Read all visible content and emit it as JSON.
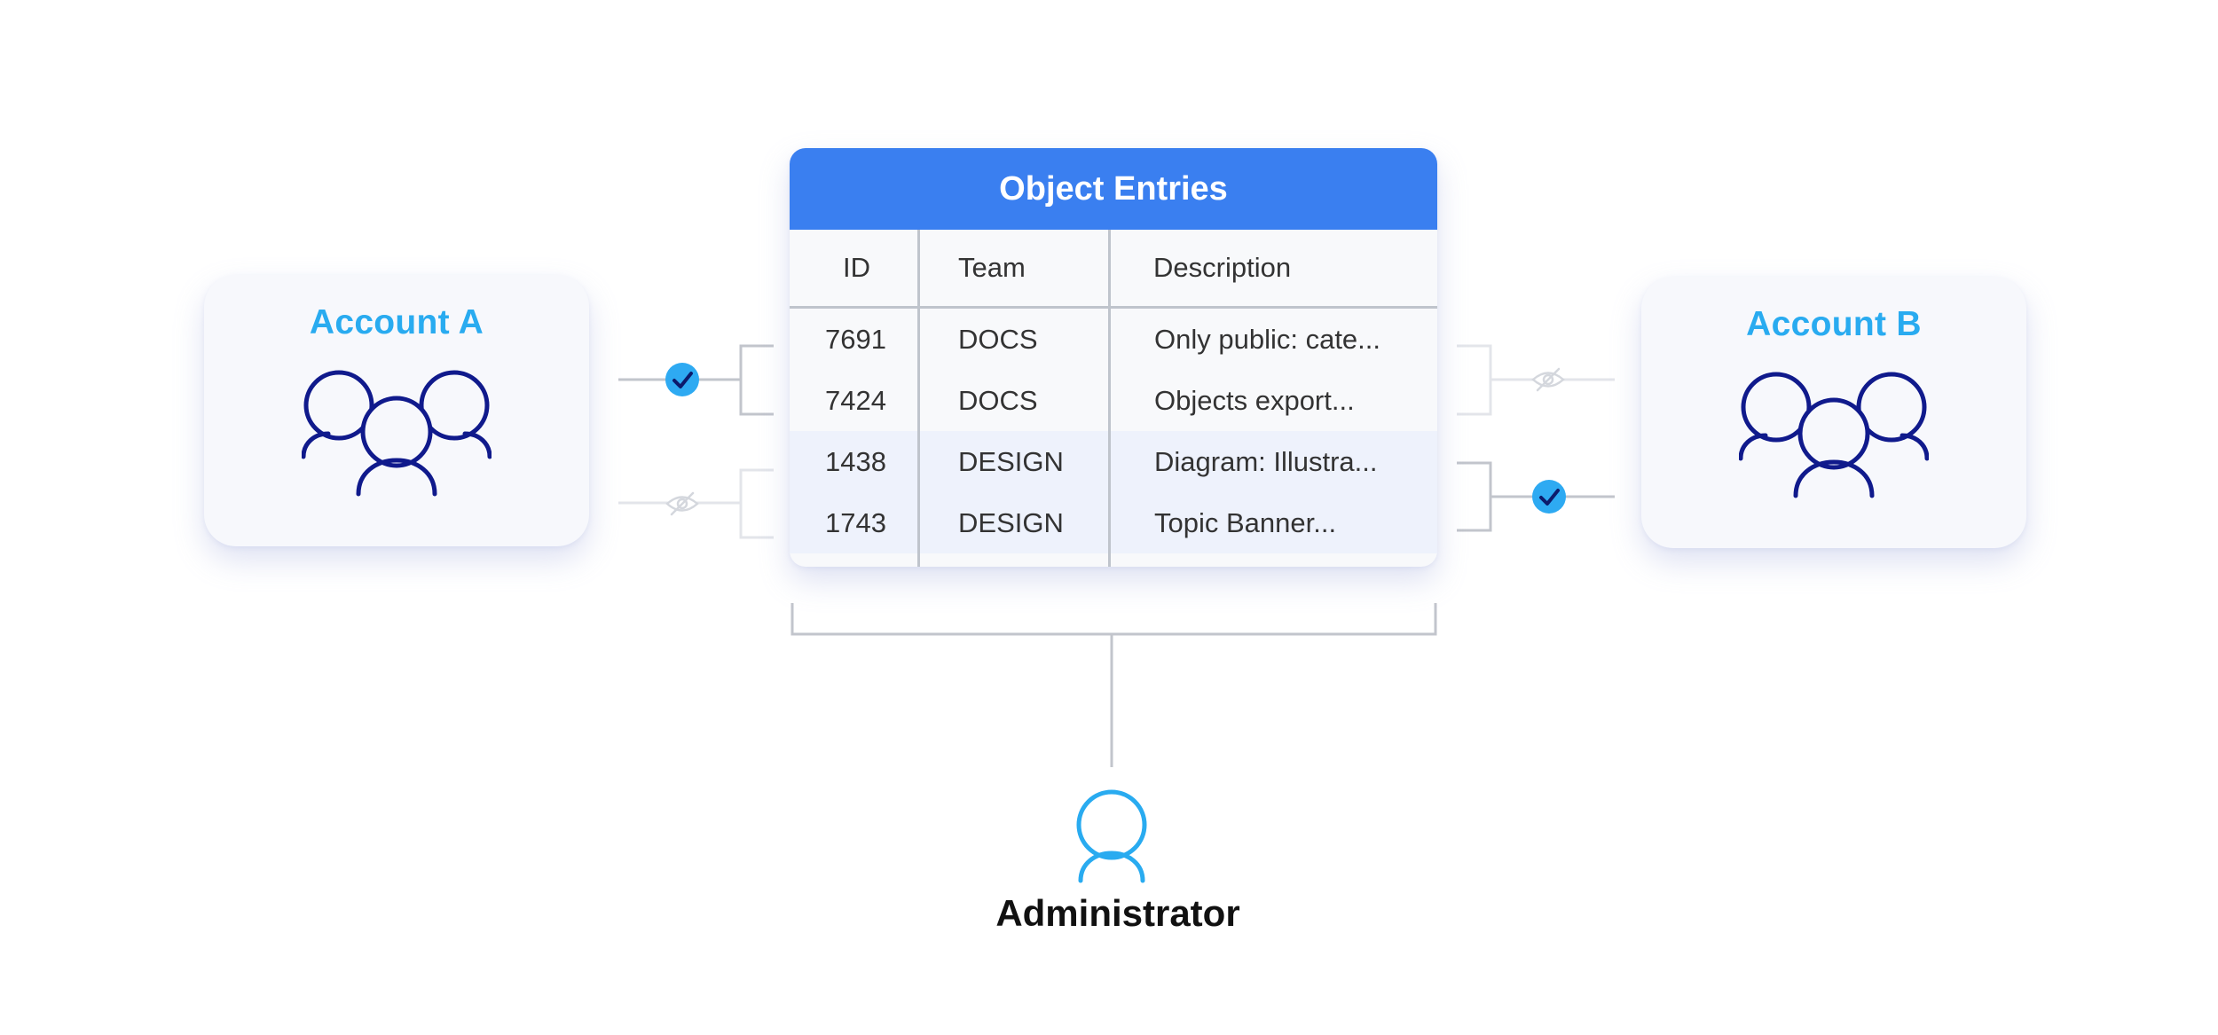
{
  "table": {
    "title": "Object Entries",
    "columns": [
      "ID",
      "Team",
      "Description"
    ],
    "rows": [
      {
        "id": "7691",
        "team": "DOCS",
        "description": "Only public: cate..."
      },
      {
        "id": "7424",
        "team": "DOCS",
        "description": "Objects export..."
      },
      {
        "id": "1438",
        "team": "DESIGN",
        "description": "Diagram: Illustra..."
      },
      {
        "id": "1743",
        "team": "DESIGN",
        "description": "Topic Banner..."
      }
    ]
  },
  "accounts": {
    "a": {
      "title": "Account A",
      "icon": "group-icon",
      "access_docs": "visible",
      "access_design": "hidden"
    },
    "b": {
      "title": "Account B",
      "icon": "group-icon",
      "access_docs": "hidden",
      "access_design": "visible"
    }
  },
  "admin": {
    "label": "Administrator",
    "icon": "user-icon"
  },
  "colors": {
    "header_blue": "#3a7ff0",
    "account_title": "#29abf0",
    "group_icon": "#101a8c",
    "check_badge": "#2eaaf2",
    "admin_icon": "#29abf0",
    "connector": "#c2c5cc",
    "connector_faded": "#e3e5ea"
  }
}
